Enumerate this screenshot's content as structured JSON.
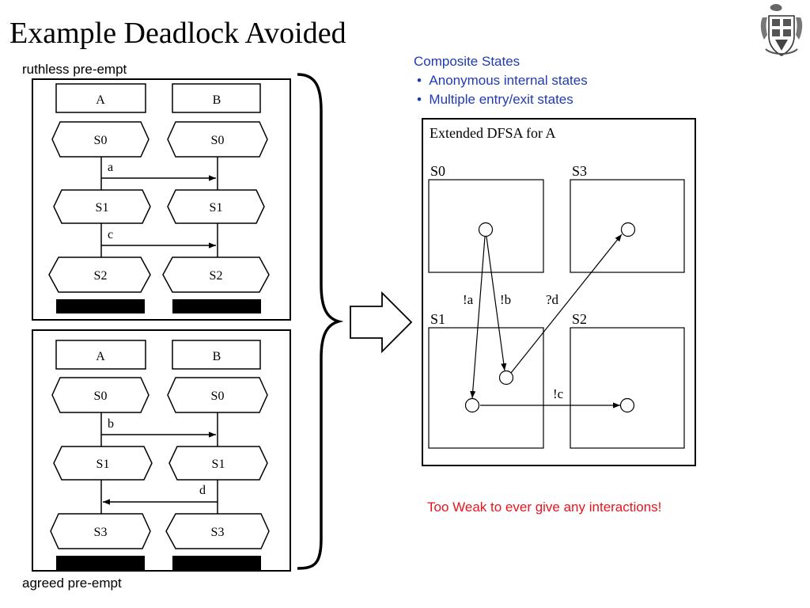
{
  "title": "Example Deadlock Avoided",
  "top_panel_label": "ruthless pre-empt",
  "bottom_panel_label": "agreed pre-empt",
  "composite": {
    "heading": "Composite States",
    "bullets": [
      "Anonymous internal states",
      "Multiple entry/exit states"
    ]
  },
  "warning": "Too Weak to ever give any interactions!",
  "top": {
    "proc_a": "A",
    "proc_b": "B",
    "a_states": [
      "S0",
      "S1",
      "S2"
    ],
    "b_states": [
      "S0",
      "S1",
      "S2"
    ],
    "msgs": [
      "a",
      "c"
    ]
  },
  "bottom": {
    "proc_a": "A",
    "proc_b": "B",
    "a_states": [
      "S0",
      "S1",
      "S3"
    ],
    "b_states": [
      "S0",
      "S1",
      "S3"
    ],
    "msgs": [
      "b",
      "d"
    ]
  },
  "dfsa": {
    "title": "Extended DFSA for A",
    "states": [
      "S0",
      "S3",
      "S1",
      "S2"
    ],
    "transitions": [
      "!a",
      "!b",
      "?d",
      "!c"
    ]
  },
  "icons": [
    "crest-icon",
    "right-arrow-icon",
    "brace-icon"
  ]
}
